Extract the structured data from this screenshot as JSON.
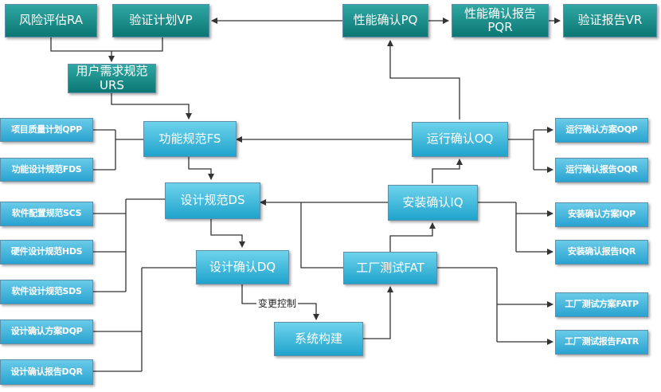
{
  "nodes": {
    "risk_assessment": "风险评估RA",
    "validation_plan": "验证计划VP",
    "pq": "性能确认PQ",
    "pqr": "性能确认报告\nPQR",
    "validation_report": "验证报告VR",
    "urs": "用户需求规范\nURS",
    "fs": "功能规范FS",
    "oq": "运行确认OQ",
    "ds": "设计规范DS",
    "iq": "安装确认IQ",
    "dq": "设计确认DQ",
    "fat": "工厂测试FAT",
    "system_build": "系统构建",
    "qpp": "项目质量计划QPP",
    "fds": "功能设计规范FDS",
    "scs": "软件配置规范SCS",
    "hds": "硬件设计规范HDS",
    "sds": "软件设计规范SDS",
    "dqp": "设计确认方案DQP",
    "dqr": "设计确认报告DQR",
    "oqp": "运行确认方案OQP",
    "oqr": "运行确认报告OQR",
    "iqp": "安装确认方案IQP",
    "iqr": "安装确认报告IQR",
    "fatp": "工厂测试方案FATP",
    "fatr": "工厂测试报告FATR"
  },
  "labels": {
    "change_control": "变更控制"
  },
  "colors": {
    "teal": "#0f7d79",
    "cyan": "#29a9d2",
    "line": "#333333"
  }
}
